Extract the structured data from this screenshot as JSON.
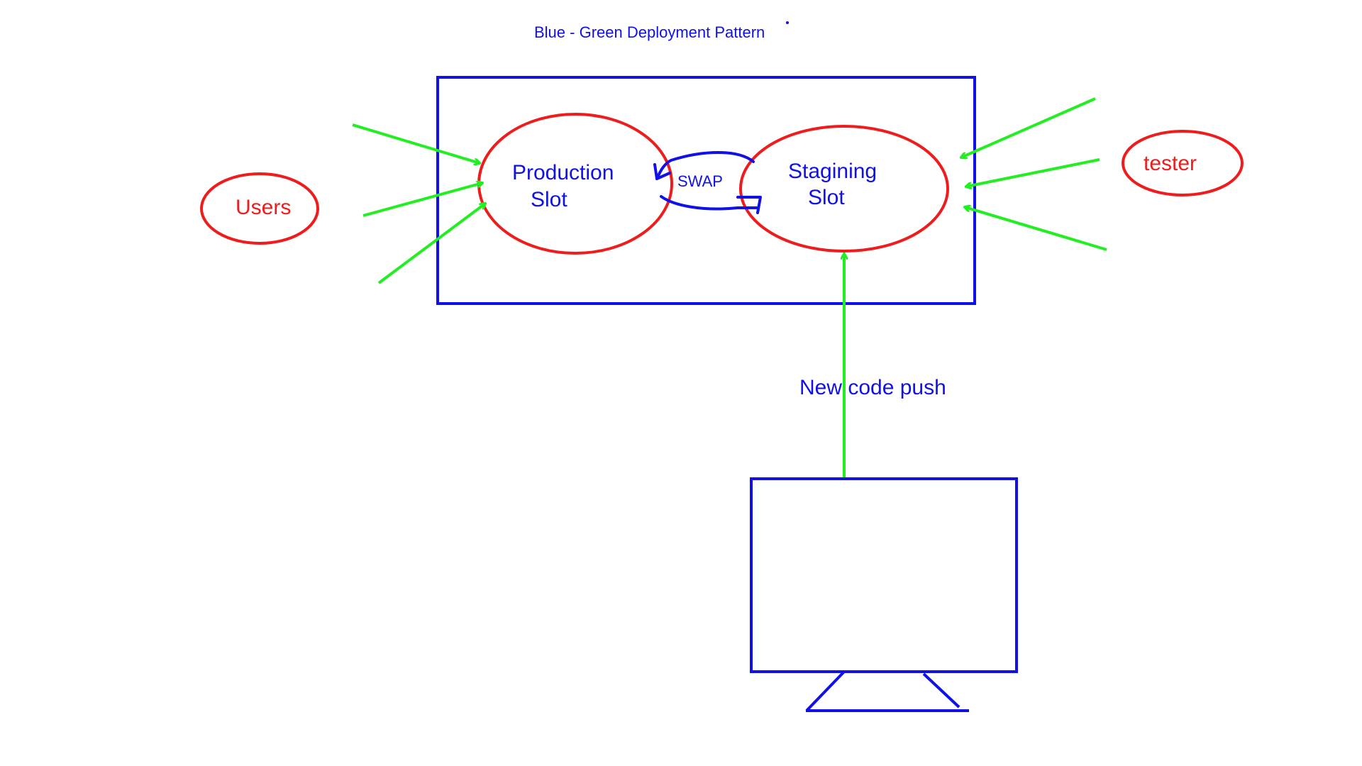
{
  "title": "Blue - Green Deployment Pattern",
  "nodes": {
    "users": "Users",
    "tester": "tester",
    "production_slot_line1": "Production",
    "production_slot_line2": "Slot",
    "staging_slot_line1": "Stagining",
    "staging_slot_line2": "Slot"
  },
  "labels": {
    "swap": "SWAP",
    "new_code_push": "New code push"
  },
  "colors": {
    "blue": "#1010e8",
    "red": "#ee1c1c",
    "green": "#22ee22"
  },
  "icons": {
    "developer_machine": "monitor-icon"
  }
}
